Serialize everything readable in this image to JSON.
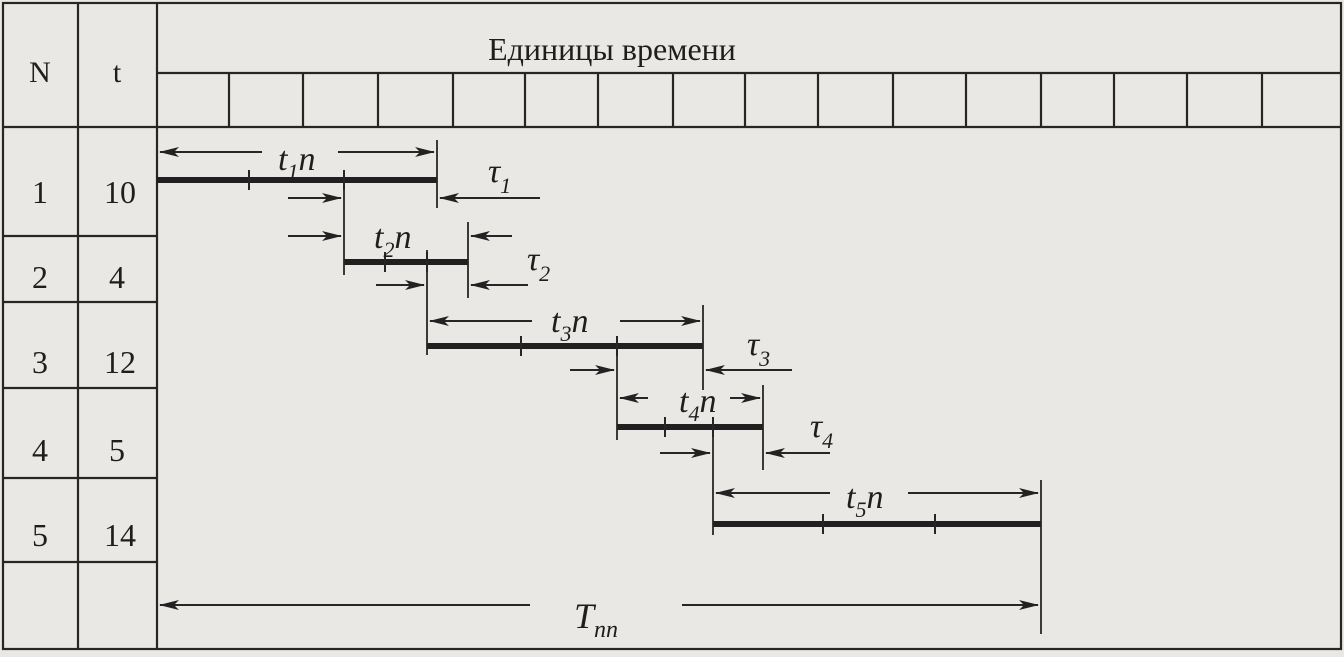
{
  "table": {
    "header_n": "N",
    "header_t": "t",
    "time_units_title": "Единицы времени",
    "rows": [
      {
        "n": "1",
        "t": "10"
      },
      {
        "n": "2",
        "t": "4"
      },
      {
        "n": "3",
        "t": "12"
      },
      {
        "n": "4",
        "t": "5"
      },
      {
        "n": "5",
        "t": "14"
      }
    ]
  },
  "labels": {
    "t1n": {
      "base": "t",
      "sub": "1",
      "tail": "n"
    },
    "t2n": {
      "base": "t",
      "sub": "2",
      "tail": "n"
    },
    "t3n": {
      "base": "t",
      "sub": "3",
      "tail": "n"
    },
    "t4n": {
      "base": "t",
      "sub": "4",
      "tail": "n"
    },
    "t5n": {
      "base": "t",
      "sub": "5",
      "tail": "n"
    },
    "tau1": {
      "base": "τ",
      "sub": "1"
    },
    "tau2": {
      "base": "τ",
      "sub": "2"
    },
    "tau3": {
      "base": "τ",
      "sub": "3"
    },
    "tau4": {
      "base": "τ",
      "sub": "4"
    },
    "total": {
      "base": "T",
      "sub": "пп"
    }
  }
}
